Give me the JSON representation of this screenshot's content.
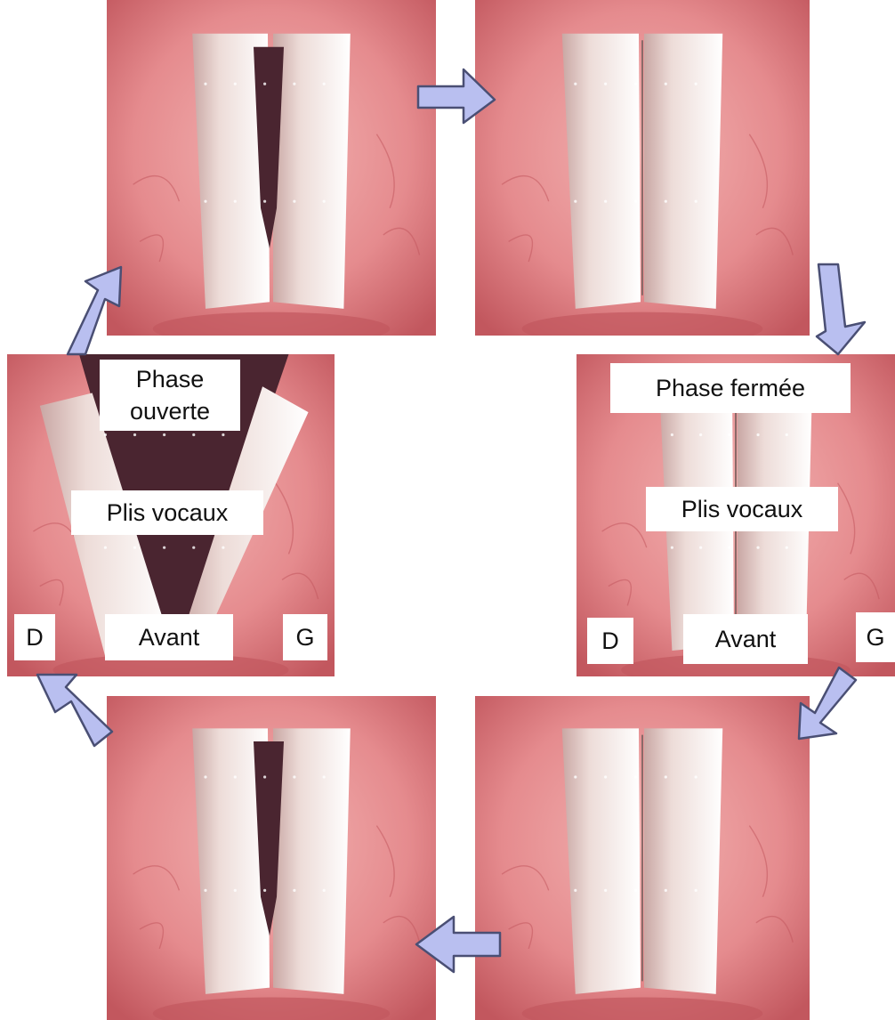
{
  "colors": {
    "tissue": "#e58b8e",
    "tissue_dark": "#c2575e",
    "tissue_light": "#f3b3b2",
    "fold": "#eddcd8",
    "fold_edge": "#c9a7a4",
    "glottis": "#4a2530",
    "arrow_fill": "#b9bff0",
    "arrow_stroke": "#4a4f74"
  },
  "panels": [
    {
      "id": "top-left",
      "glottis": "open-narrow"
    },
    {
      "id": "top-right",
      "glottis": "closed"
    },
    {
      "id": "right-middle",
      "glottis": "closed"
    },
    {
      "id": "bottom-right",
      "glottis": "closed"
    },
    {
      "id": "bottom-left",
      "glottis": "open-narrow"
    },
    {
      "id": "left-middle",
      "glottis": "open-wide"
    }
  ],
  "labels": {
    "left": {
      "phase": "Phase ouverte",
      "phase_line1": "Phase",
      "phase_line2": "ouverte",
      "folds": "Plis vocaux",
      "anterior": "Avant",
      "right_side": "D",
      "left_side": "G"
    },
    "right": {
      "phase": "Phase fermée",
      "folds": "Plis vocaux",
      "anterior": "Avant",
      "right_side": "D",
      "left_side": "G"
    }
  },
  "arrows": [
    {
      "id": "arrow-top",
      "direction": "right"
    },
    {
      "id": "arrow-right-upper",
      "direction": "down"
    },
    {
      "id": "arrow-right-lower",
      "direction": "down-left"
    },
    {
      "id": "arrow-bottom",
      "direction": "left"
    },
    {
      "id": "arrow-left-lower",
      "direction": "up-left"
    },
    {
      "id": "arrow-left-upper",
      "direction": "up-right"
    }
  ]
}
